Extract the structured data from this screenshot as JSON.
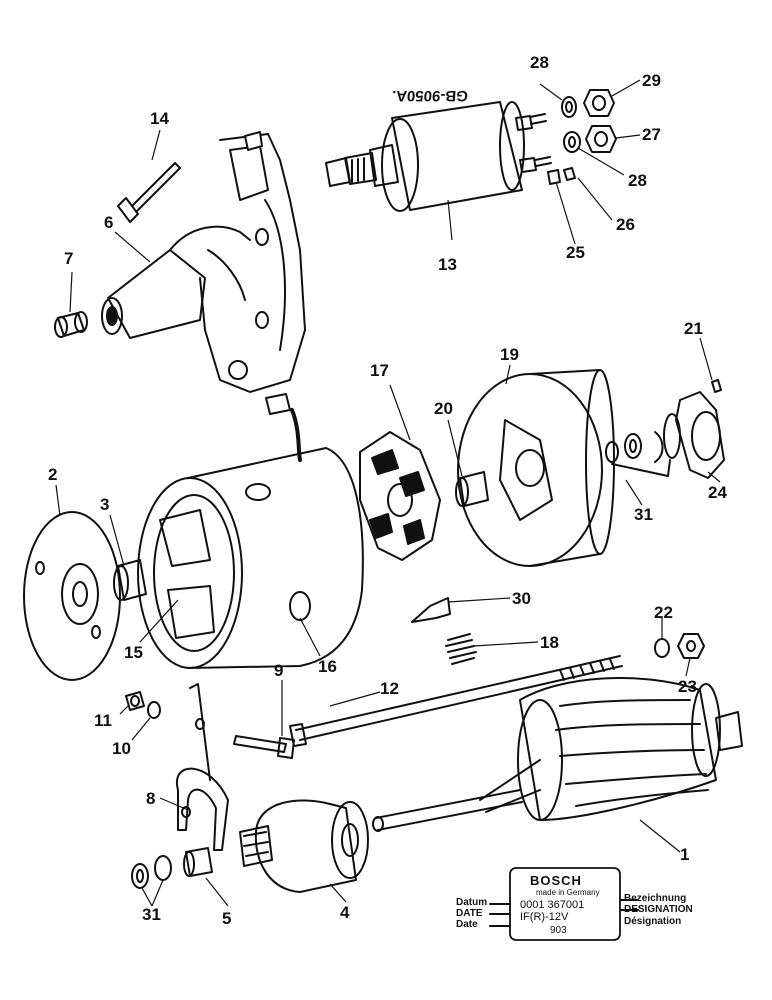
{
  "callouts": {
    "c1": "1",
    "c2": "2",
    "c3": "3",
    "c4": "4",
    "c5": "5",
    "c6": "6",
    "c7": "7",
    "c8": "8",
    "c9": "9",
    "c10": "10",
    "c11": "11",
    "c12": "12",
    "c13": "13",
    "c14": "14",
    "c15": "15",
    "c16": "16",
    "c17": "17",
    "c18": "18",
    "c19": "19",
    "c20": "20",
    "c21": "21",
    "c22": "22",
    "c23": "23",
    "c24": "24",
    "c25": "25",
    "c26": "26",
    "c27": "27",
    "c28a": "28",
    "c28b": "28",
    "c29": "29",
    "c30": "30",
    "c31a": "31",
    "c31b": "31"
  },
  "solenoid_stamp": "GB-9050A.",
  "nameplate": {
    "brand": "BOSCH",
    "made_in": "made in Germany",
    "part_number": "0001 367001",
    "type": "IF(R)-12V",
    "date_code": "903",
    "datum_labels": [
      "Datum",
      "DATE",
      "Date"
    ],
    "designation_labels": [
      "Bezeichnung",
      "DESIGNATION",
      "Désignation"
    ]
  }
}
